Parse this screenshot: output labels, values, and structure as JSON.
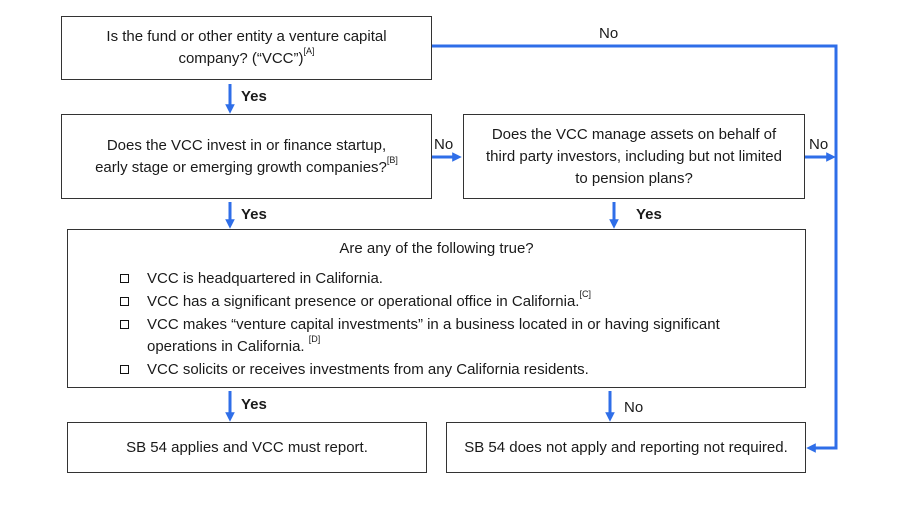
{
  "flow": {
    "q1": {
      "text": "Is the fund or other entity a venture capital company? (“VCC”)",
      "ref": "[A]"
    },
    "q2": {
      "text": "Does the VCC invest in or finance startup, early stage or emerging growth companies?",
      "ref": "[B]"
    },
    "q3": {
      "text": "Does the VCC manage assets on behalf of third party investors, including but not limited to pension plans?"
    },
    "q4": {
      "title": "Are any of the following true?",
      "items": [
        {
          "text": "VCC is headquartered in California.",
          "ref": ""
        },
        {
          "text": "VCC has a significant presence or operational office in California.",
          "ref": "[C]"
        },
        {
          "text": "VCC makes “venture capital investments” in a business located in or having significant operations in California. ",
          "ref": "[D]"
        },
        {
          "text": "VCC solicits or receives investments from any California residents.",
          "ref": ""
        }
      ]
    },
    "result_applies": "SB 54 applies and VCC must report.",
    "result_not_applies": "SB 54 does not apply and reporting not required."
  },
  "labels": {
    "yes": "Yes",
    "no": "No"
  },
  "colors": {
    "arrow": "#2f6ee8",
    "border": "#333333"
  }
}
